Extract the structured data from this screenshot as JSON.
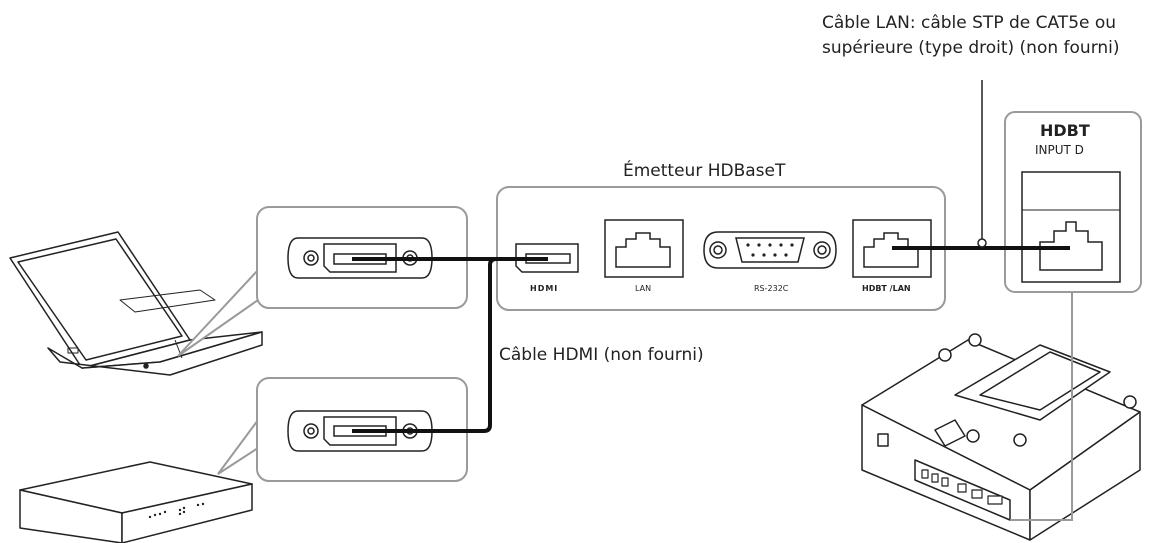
{
  "labels": {
    "lan_cable_line1": "Câble LAN: câble STP de CAT5e ou",
    "lan_cable_line2": "supérieure (type droit) (non fourni)",
    "transmitter": "Émetteur HDBaseT",
    "hdmi_cable": "Câble HDMI (non fourni)"
  },
  "transmitter_ports": {
    "hdmi": "HDMI",
    "lan": "LAN",
    "rs232c": "RS-232C",
    "hdbt_lan": "HDBT /LAN"
  },
  "projector_panel": {
    "logo": "HDBT",
    "input": "INPUT D"
  },
  "colors": {
    "outline": "#9a9a9a",
    "line": "#222222",
    "cable": "#111111"
  }
}
